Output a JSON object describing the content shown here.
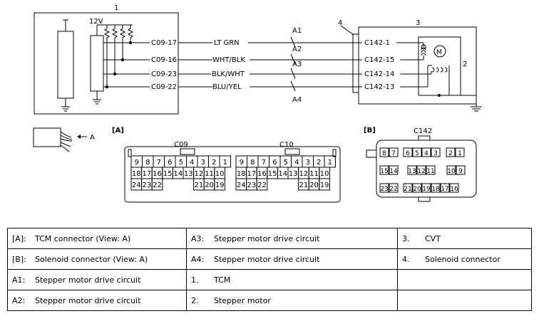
{
  "top_number": "1",
  "voltage": "12V",
  "tcm_pins": [
    "C09-17",
    "C09-16",
    "C09-23",
    "C09-22"
  ],
  "wire_colors": [
    "LT GRN",
    "WHT/BLK",
    "BLK/WHT",
    "BLU/YEL"
  ],
  "wire_ids": [
    "A1",
    "A2",
    "A3",
    "A4"
  ],
  "sol_pins": [
    "C142-1",
    "C142-15",
    "C142-14",
    "C142-13"
  ],
  "numbers": {
    "n2": "2",
    "n3": "3",
    "n4": "4"
  },
  "motor_letter": "M",
  "view_arrow_label": "A",
  "section_a": "[A]",
  "section_b": "[B]",
  "conn_c09": "C09",
  "conn_c10": "C10",
  "conn_c142": "C142",
  "tcm_rows": [
    [
      "9",
      "8",
      "7",
      "6",
      "5",
      "4",
      "3",
      "2",
      "1"
    ],
    [
      "18",
      "17",
      "16",
      "15",
      "14",
      "13",
      "12",
      "11",
      "10"
    ],
    [
      "24",
      "23",
      "22",
      "21",
      "20",
      "19"
    ]
  ],
  "c142_rows": [
    [
      "8",
      "7",
      "6",
      "5",
      "4",
      "3",
      "2",
      "1"
    ],
    [
      "15",
      "14",
      "13",
      "12",
      "11",
      "10",
      "9"
    ],
    [
      "23",
      "22",
      "21",
      "20",
      "19",
      "18",
      "17",
      "16"
    ]
  ],
  "legend": [
    [
      {
        "k": "[A]:",
        "v": "TCM connector (View: A)"
      },
      {
        "k": "A3:",
        "v": "Stepper motor drive circuit"
      },
      {
        "k": "3.",
        "v": "CVT"
      }
    ],
    [
      {
        "k": "[B]:",
        "v": "Solenoid connector (View: A)"
      },
      {
        "k": "A4:",
        "v": "Stepper motor drive circuit"
      },
      {
        "k": "4.",
        "v": "Solenoid connector"
      }
    ],
    [
      {
        "k": "A1:",
        "v": "Stepper motor drive circuit"
      },
      {
        "k": "1.",
        "v": "TCM"
      },
      {
        "k": "",
        "v": ""
      }
    ],
    [
      {
        "k": "A2:",
        "v": "Stepper motor drive circuit"
      },
      {
        "k": "2.",
        "v": "Stepper motor"
      },
      {
        "k": "",
        "v": ""
      }
    ]
  ]
}
